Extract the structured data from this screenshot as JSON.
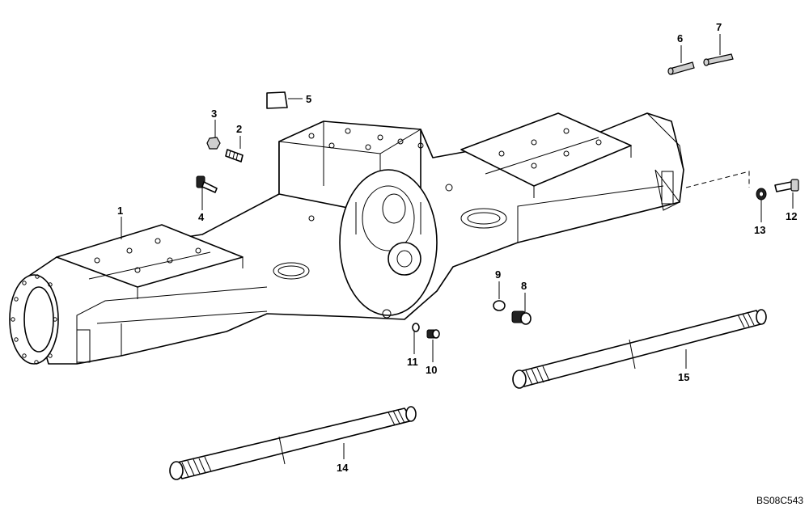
{
  "diagram": {
    "reference_code": "BS08C543",
    "callouts": [
      {
        "id": "1",
        "label": "1"
      },
      {
        "id": "2",
        "label": "2"
      },
      {
        "id": "3",
        "label": "3"
      },
      {
        "id": "4",
        "label": "4"
      },
      {
        "id": "5",
        "label": "5"
      },
      {
        "id": "6",
        "label": "6"
      },
      {
        "id": "7",
        "label": "7"
      },
      {
        "id": "8",
        "label": "8"
      },
      {
        "id": "9",
        "label": "9"
      },
      {
        "id": "10",
        "label": "10"
      },
      {
        "id": "11",
        "label": "11"
      },
      {
        "id": "12",
        "label": "12"
      },
      {
        "id": "13",
        "label": "13"
      },
      {
        "id": "14",
        "label": "14"
      },
      {
        "id": "15",
        "label": "15"
      }
    ]
  }
}
